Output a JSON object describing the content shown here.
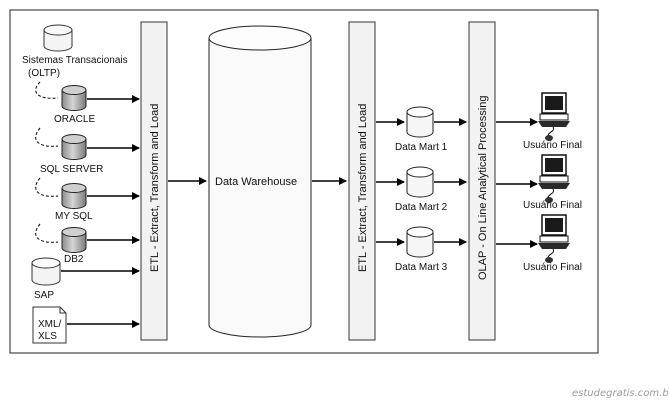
{
  "sources": {
    "transacional_title": "Sistemas Transacionais",
    "transacional_sub": "(OLTP)",
    "oracle": "ORACLE",
    "sqlserver": "SQL SERVER",
    "mysql": "MY SQL",
    "db2": "DB2",
    "sap": "SAP",
    "file_line1": "XML/",
    "file_line2": "XLS"
  },
  "etl_left": "ETL - Extract, Transform and Load",
  "warehouse": "Data Warehouse",
  "etl_right": "ETL - Extract, Transform and Load",
  "marts": [
    "Data Mart 1",
    "Data Mart 2",
    "Data Mart 3"
  ],
  "olap": "OLAP - On Line Analytical Processing",
  "users": [
    "Usuário Final",
    "Usuário Final",
    "Usuário Final"
  ],
  "watermark": "estudegratis.com.br"
}
